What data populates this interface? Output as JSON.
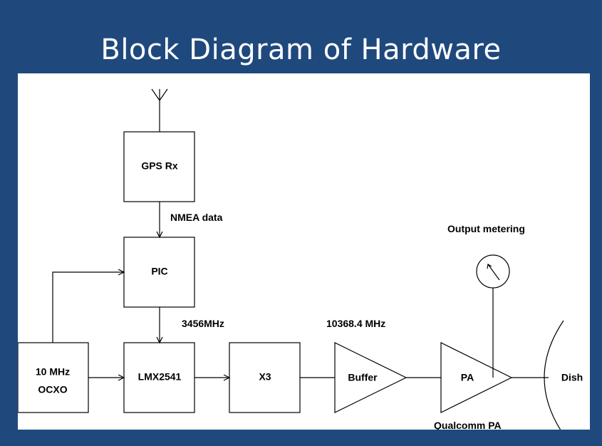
{
  "slide": {
    "title": "Block Diagram of Hardware"
  },
  "diagram": {
    "blocks": {
      "gps": "GPS Rx",
      "pic": "PIC",
      "ocxo_line1": "10 MHz",
      "ocxo_line2": "OCXO",
      "lmx": "LMX2541",
      "x3": "X3",
      "buffer": "Buffer",
      "pa": "PA",
      "dish": "Dish"
    },
    "labels": {
      "nmea": "NMEA data",
      "freq1": "3456MHz",
      "freq2": "10368.4 MHz",
      "metering": "Output metering",
      "qualcomm": "Qualcomm PA"
    }
  }
}
